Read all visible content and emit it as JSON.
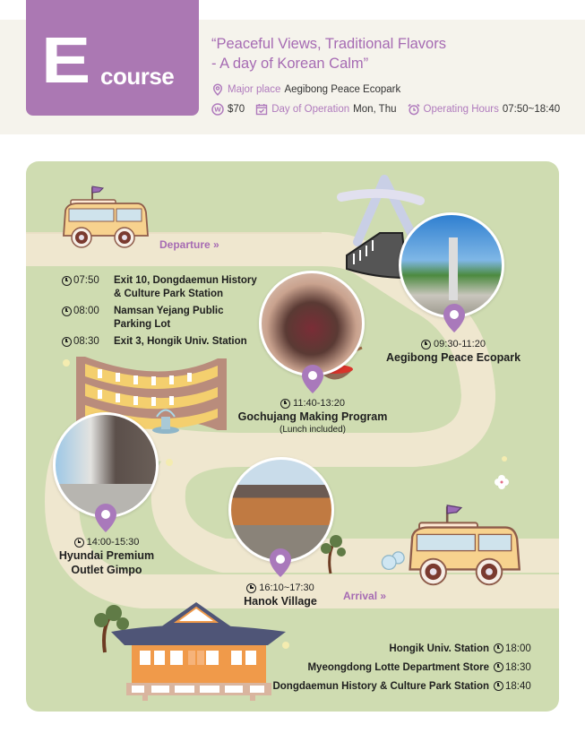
{
  "header": {
    "badge_letter": "E",
    "badge_word": "course",
    "tagline_line1": "“Peaceful Views, Traditional Flavors",
    "tagline_line2": "- A day of Korean Calm”",
    "major_place_label": "Major place",
    "major_place_value": "Aegibong Peace Ecopark",
    "price": "$70",
    "day_label": "Day of Operation",
    "day_value": "Mon, Thu",
    "hours_label": "Operating Hours",
    "hours_value": "07:50~18:40",
    "icons": {
      "place": "map-pin-icon",
      "price": "won-coin-icon",
      "day": "calendar-check-icon",
      "hours": "alarm-clock-icon"
    }
  },
  "colors": {
    "brand_purple": "#ab78b3",
    "label_purple": "#a66bb3",
    "header_bg": "#f5f3ec",
    "map_bg": "#cfdcb1",
    "road": "#efe7cf",
    "text_dark": "#1e1e1e"
  },
  "map": {
    "departure_label": "Departure »",
    "arrival_label": "Arrival »",
    "departure_stops": [
      {
        "time": "07:50",
        "name": "Exit 10, Dongdaemun History & Culture Park Station"
      },
      {
        "time": "08:00",
        "name": "Namsan Yejang Public Parking Lot"
      },
      {
        "time": "08:30",
        "name": "Exit 3, Hongik Univ. Station"
      }
    ],
    "places": [
      {
        "time": "09:30-11:20",
        "name": "Aegibong Peace Ecopark",
        "note": ""
      },
      {
        "time": "11:40-13:20",
        "name": "Gochujang Making Program",
        "note": "(Lunch included)"
      },
      {
        "time": "14:00-15:30",
        "name_line1": "Hyundai Premium",
        "name_line2": "Outlet Gimpo",
        "note": ""
      },
      {
        "time": "16:10~17:30",
        "name": "Hanok Village",
        "note": ""
      }
    ],
    "arrival_stops": [
      {
        "name": "Hongik Univ. Station",
        "time": "18:00"
      },
      {
        "name": "Myeongdong Lotte Department Store",
        "time": "18:30"
      },
      {
        "name": "Dongdaemun History & Culture Park Station",
        "time": "18:40"
      }
    ]
  }
}
